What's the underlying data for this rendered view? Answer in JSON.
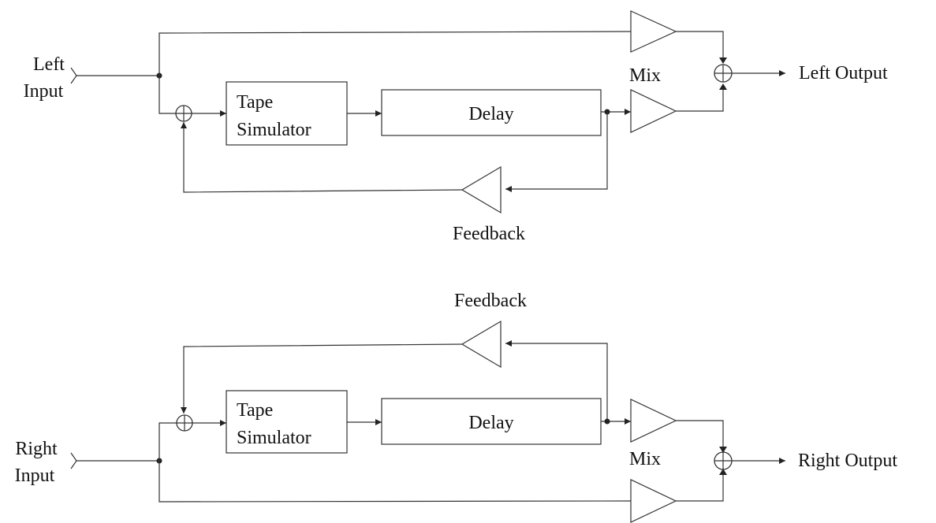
{
  "left_channel": {
    "input_label_line1": "Left",
    "input_label_line2": "Input",
    "tape_simulator_line1": "Tape",
    "tape_simulator_line2": "Simulator",
    "delay_label": "Delay",
    "mix_label": "Mix",
    "feedback_label": "Feedback",
    "output_label": "Left Output"
  },
  "right_channel": {
    "input_label_line1": "Right",
    "input_label_line2": "Input",
    "tape_simulator_line1": "Tape",
    "tape_simulator_line2": "Simulator",
    "delay_label": "Delay",
    "mix_label": "Mix",
    "feedback_label": "Feedback",
    "output_label": "Right Output"
  }
}
